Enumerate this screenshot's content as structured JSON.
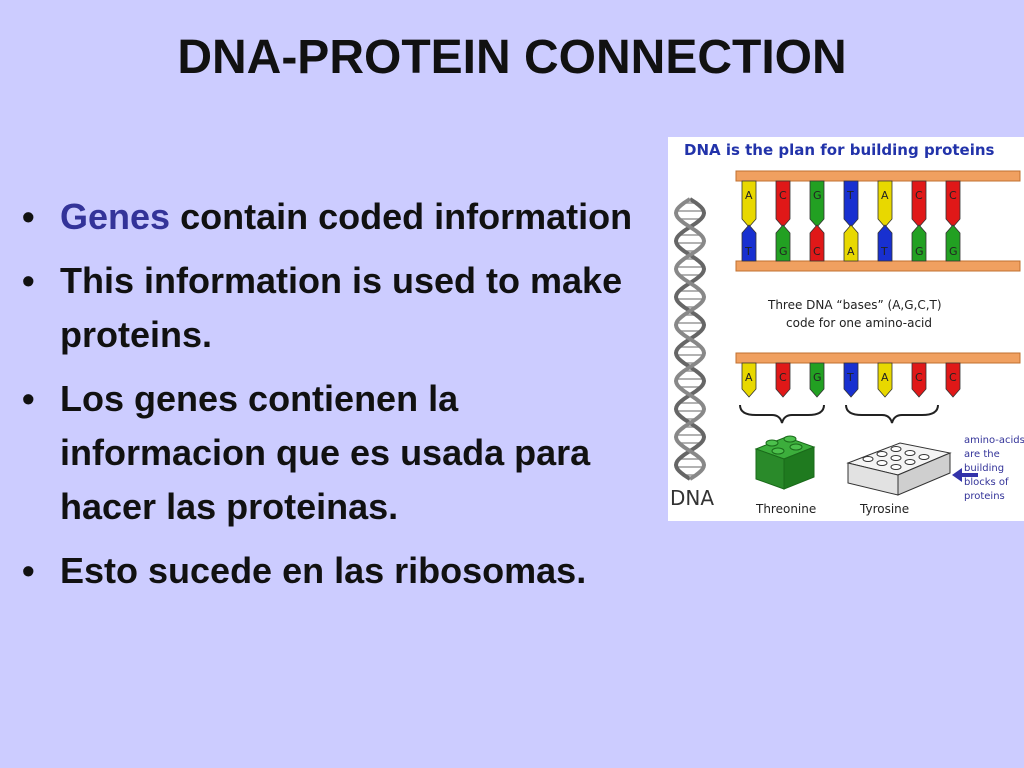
{
  "slide": {
    "title": "DNA-PROTEIN CONNECTION",
    "bullet_symbol": "•",
    "bullets": [
      {
        "highlight": "Genes",
        "text": "contain coded information"
      },
      {
        "text": "This information is used to make proteins."
      },
      {
        "text": "Los genes contienen la informacion que es usada para hacer las proteinas."
      },
      {
        "text": "Esto sucede en las ribosomas."
      }
    ]
  },
  "figure": {
    "heading": "DNA is the plan for building proteins",
    "caption_line1": "Three DNA “bases” (A,G,C,T)",
    "caption_line2": "code for one amino-acid",
    "top_strand": [
      "A",
      "C",
      "G",
      "T",
      "A",
      "C",
      "C"
    ],
    "bottom_strand": [
      "T",
      "G",
      "C",
      "A",
      "T",
      "G",
      "G"
    ],
    "codon_letters": [
      "A",
      "C",
      "G",
      "T",
      "A",
      "C",
      "C"
    ],
    "dna_label": "DNA",
    "amino_acid_1": "Threonine",
    "amino_acid_2": "Tyrosine",
    "note_lines": [
      "amino-acids",
      "are the",
      "building",
      "blocks of",
      "proteins"
    ],
    "colors": {
      "A": "#e8d800",
      "C": "#e01818",
      "G": "#22a022",
      "T": "#1830d0",
      "backbone": "#f0a060",
      "heading": "#2233aa",
      "note": "#333399"
    }
  }
}
